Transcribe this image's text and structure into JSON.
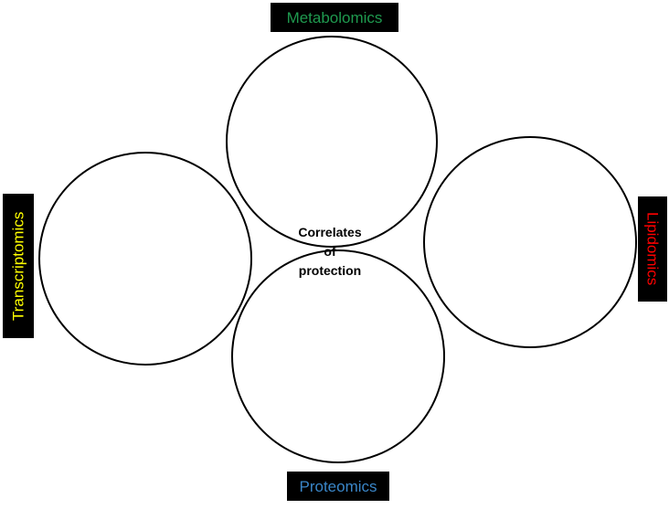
{
  "diagram": {
    "center_label": "Correlates\nof\nprotection",
    "labels": {
      "top": "Metabolomics",
      "bottom": "Proteomics",
      "left": "Transcriptomics",
      "right": "Lipidomics"
    },
    "colors": {
      "metabolomics": "#1f9a4f",
      "proteomics": "#3a86c8",
      "transcriptomics": "#ffff00",
      "lipidomics": "#ff0000",
      "box_background": "#000000",
      "circle_stroke": "#000000"
    }
  }
}
